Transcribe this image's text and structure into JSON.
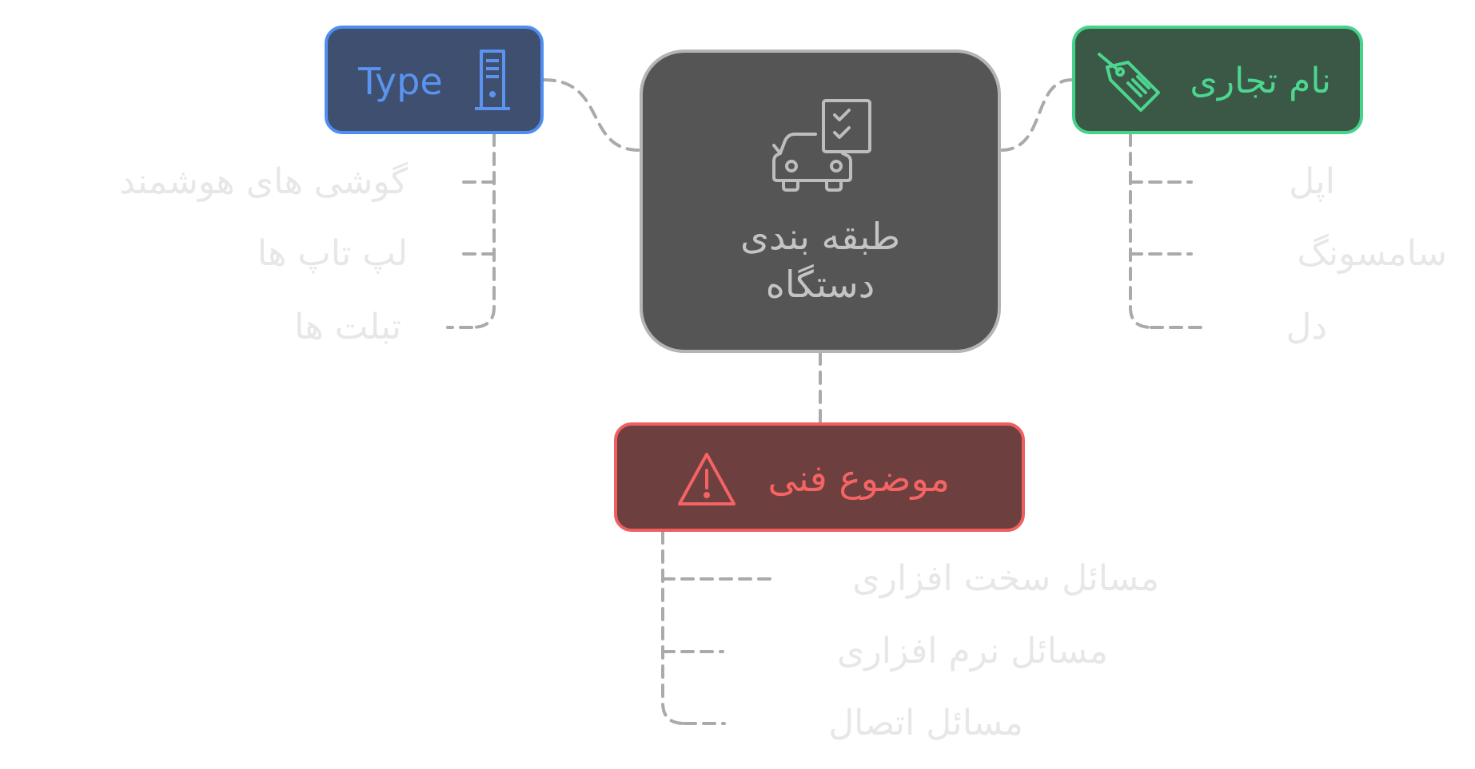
{
  "central": {
    "title": "طبقه بندی\nدستگاه",
    "icon": "car-checklist-icon"
  },
  "categories": [
    {
      "key": "type",
      "label": "Type",
      "icon": "server-tower-icon",
      "color": "#4f8df0",
      "fill": "#3f4f6f",
      "items": [
        "گوشی های هوشمند",
        "لپ تاپ ها",
        "تبلت ها"
      ]
    },
    {
      "key": "brand",
      "label": "نام تجاری",
      "icon": "price-tag-icon",
      "color": "#45d38b",
      "fill": "#3b5847",
      "items": [
        "اپل",
        "سامسونگ",
        "دل"
      ]
    },
    {
      "key": "technical",
      "label": "موضوع فنی",
      "icon": "warning-triangle-icon",
      "color": "#ef5f5f",
      "fill": "#6d3f3f",
      "items": [
        "مسائل سخت افزاری",
        "مسائل نرم افزاری",
        "مسائل اتصال"
      ]
    }
  ],
  "colors": {
    "central_fill": "#555555",
    "central_border": "#b4b4b4",
    "connector": "#aaaaaa",
    "leaf_text": "#e7e7e7"
  }
}
